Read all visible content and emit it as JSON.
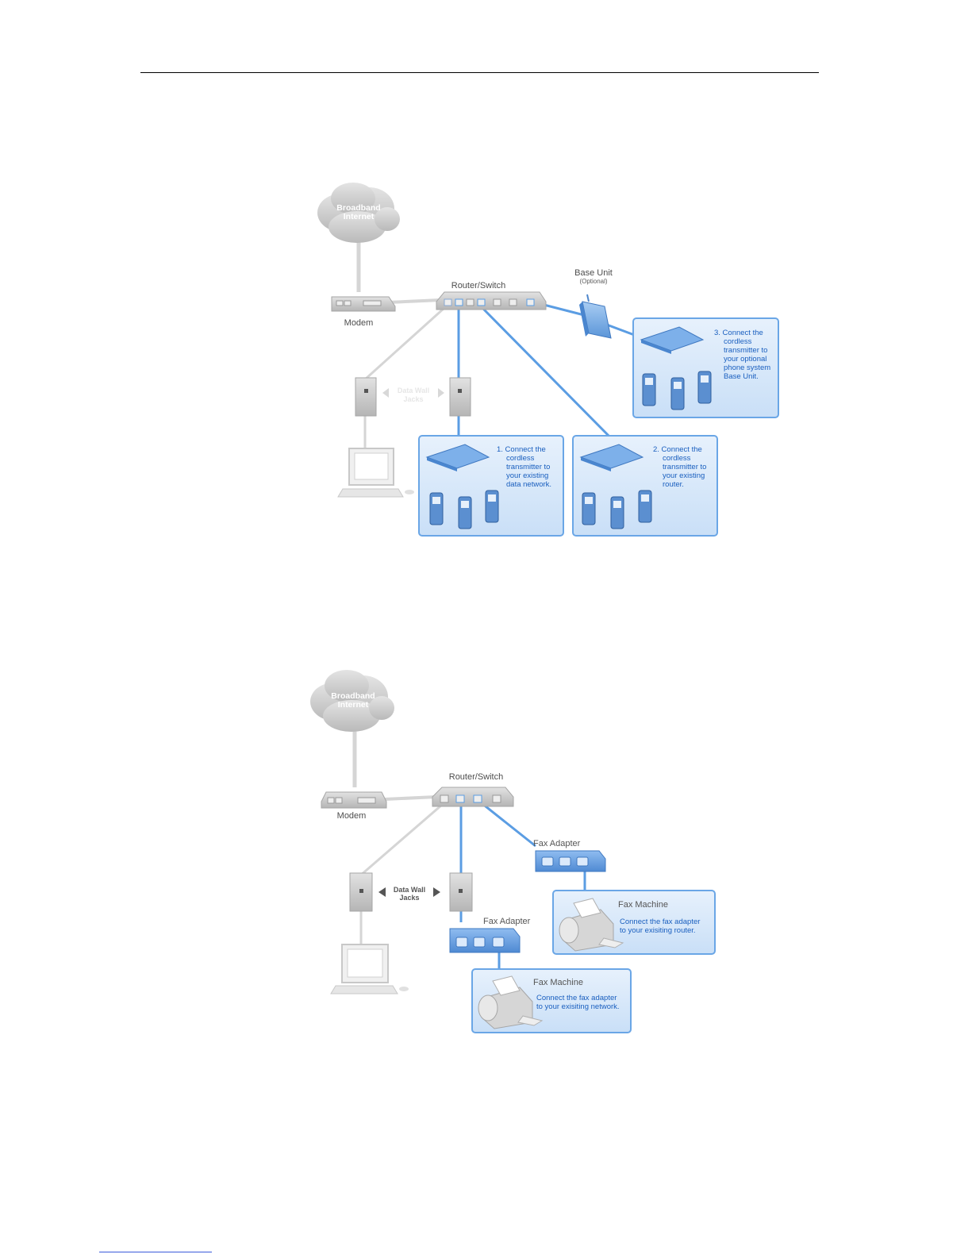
{
  "diagram1": {
    "cloud_line1": "Broadband",
    "cloud_line2": "Internet",
    "modem_label": "Modem",
    "router_label": "Router/Switch",
    "base_unit_label": "Base Unit",
    "base_unit_sub": "(Optional)",
    "wall_jacks_line1": "Data Wall",
    "wall_jacks_line2": "Jacks",
    "panel1_lines": [
      "1. Connect the",
      "cordless",
      "transmitter to",
      "your existing",
      "data network."
    ],
    "panel2_lines": [
      "2. Connect the",
      "cordless",
      "transmitter to",
      "your existing",
      "router."
    ],
    "panel3_lines": [
      "3. Connect the",
      "cordless",
      "transmitter to",
      "your optional",
      "phone system",
      "Base Unit."
    ]
  },
  "diagram2": {
    "cloud_line1": "Broadband",
    "cloud_line2": "Internet",
    "modem_label": "Modem",
    "router_label": "Router/Switch",
    "wall_jacks_line1": "Data Wall",
    "wall_jacks_line2": "Jacks",
    "fax_adapter_top": "Fax Adapter",
    "fax_adapter_bottom": "Fax Adapter",
    "fax_machine_top": "Fax Machine",
    "fax_machine_bottom": "Fax Machine",
    "fax_top_desc": [
      "Connect the fax adapter",
      "to your exisiting router."
    ],
    "fax_bottom_desc": [
      "Connect the fax adapter",
      "to your exisiting network."
    ]
  },
  "colors": {
    "blue_line": "#5b9de3",
    "panel_fill": "#dbeafb",
    "panel_border": "#6aa6e6",
    "device_grey": "#c9c9c9"
  }
}
